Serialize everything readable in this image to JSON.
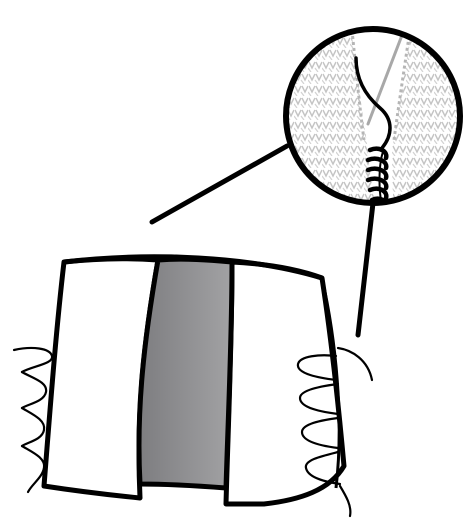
{
  "figure": {
    "kind": "instructional-illustration",
    "text_labels": [],
    "colors": {
      "outline": "#000000",
      "background": "#ffffff",
      "center_panel_dark": "#7d7d80",
      "center_panel_light": "#a2a2a4",
      "knit_texture": "#c8c8c8",
      "needle": "#b0b0b0"
    },
    "elements": {
      "garment": "knit-piece-with-three-panels",
      "seam": "whip-stitch-along-edges",
      "magnifier": "close-up-of-twisted-yarn-seam",
      "tool": "tapestry-needle"
    }
  }
}
